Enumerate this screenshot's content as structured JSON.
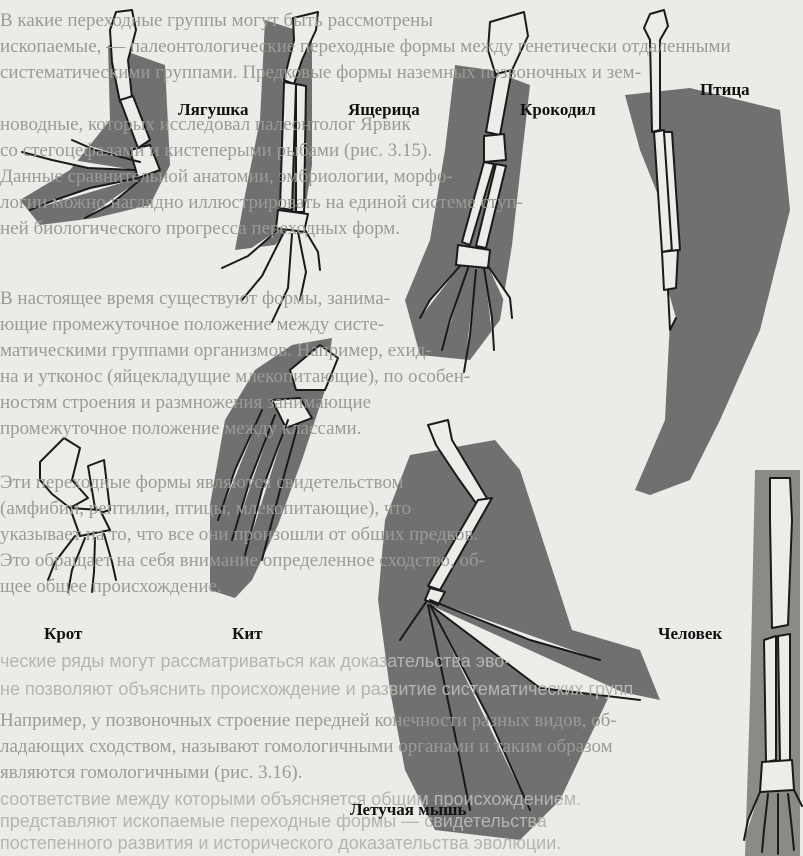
{
  "labels": {
    "frog": "Лягушка",
    "lizard": "Ящерица",
    "crocodile": "Крокодил",
    "bird": "Птица",
    "mole": "Крот",
    "whale": "Кит",
    "bat": "Летучая мышь",
    "human": "Человек"
  },
  "background_text": {
    "line1": "В какие переходные группы могут быть рассмотрены",
    "line2": "ископаемые, — палеонтологические переходные формы между генетически отдаленными",
    "line3": "систематическими группами. Предковые формы наземных позвоночных и зем-",
    "line4": "новодные, которых исследовал палеонтолог Ярвик",
    "line5": "со стегоцефалами и кистеперыми рыбами (рис. 3.15).",
    "line6": "Данные сравнительной анатомии, эмбриологии, морфо-",
    "line7": "логии можно наглядно иллюстрировать на единой системе ступ-",
    "line8": "ней биологического прогресса переходных форм.",
    "line9": "В настоящее время существуют формы, занима-",
    "line10": "ющие промежуточное положение между систе-",
    "line11": "матическими группами организмов. Например, ехид-",
    "line12": "на и утконос (яйцекладущие млекопитающие), по особен-",
    "line13": "ностям строения и размножения занимающие",
    "line14": "промежуточное положение между классами.",
    "line15": "Эти переходные формы являются свидетельством",
    "line16": "(амфибии, рептилии, птицы, млекопитающие), что",
    "line17": "указывает на то, что все они произошли от общих предков.",
    "line18": "Это обращает на себя внимание определенное сходство, об-",
    "line19": "щее общее происхождение.",
    "line20": "Например, у позвоночных строение передней конечности разных видов, об-",
    "line21": "ладающих сходством, называют гомологичными органами и таким образом",
    "line22": "являются гомологичными (рис. 3.16).",
    "line23": "ческие ряды могут рассматриваться как доказательства эво-",
    "line24": "не позволяют объяснить происхождение и развитие систематических групп",
    "line25": "соответствие между которыми объясняется общим происхождением.",
    "line26": "представляют ископаемые переходные формы — свидетельства",
    "line27": "постепенного развития и исторического доказательства эволюции."
  },
  "colors": {
    "paper": "#ebebe7",
    "membrane": "#6f6f6f",
    "bone": "#ecece8",
    "outline": "#1a1a1a"
  }
}
